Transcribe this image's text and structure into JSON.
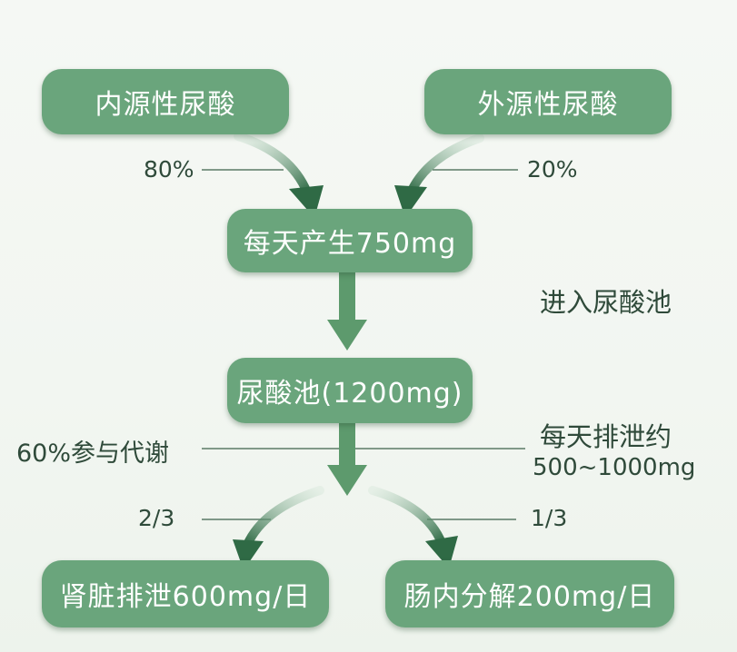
{
  "nodes": {
    "endogenous": "内源性尿酸",
    "exogenous": "外源性尿酸",
    "daily_production": "每天产生750mg",
    "pool": "尿酸池(1200mg)",
    "kidney": "肾脏排泄600mg/日",
    "intestine": "肠内分解200mg/日"
  },
  "labels": {
    "endogenous_share": "80%",
    "exogenous_share": "20%",
    "enter_pool": "进入尿酸池",
    "metabolism": "60%参与代谢",
    "excretion_line1": "每天排泄约",
    "excretion_line2": "500~1000mg",
    "kidney_share": "2/3",
    "intestine_share": "1/3"
  },
  "colors": {
    "box": "#6aa57c",
    "arrow": "#4f8a62",
    "arrow_dark": "#2f6a45",
    "text": "#2f4a3a"
  }
}
